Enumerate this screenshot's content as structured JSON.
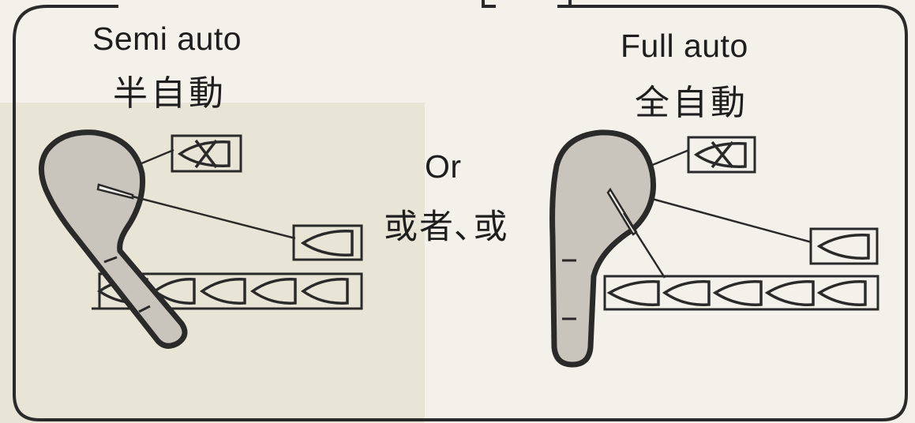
{
  "diagram": {
    "left_panel": {
      "title_en": "Semi auto",
      "title_zh": "半自動"
    },
    "right_panel": {
      "title_en": "Full auto",
      "title_zh": "全自動"
    },
    "separator": {
      "text_en": "Or",
      "text_zh": "或者､或"
    }
  },
  "colors": {
    "paper": "#f4f1ea",
    "ink": "#2a2a2a",
    "lever_fill": "#c9c4bc",
    "overlay": "#ded9c2"
  }
}
